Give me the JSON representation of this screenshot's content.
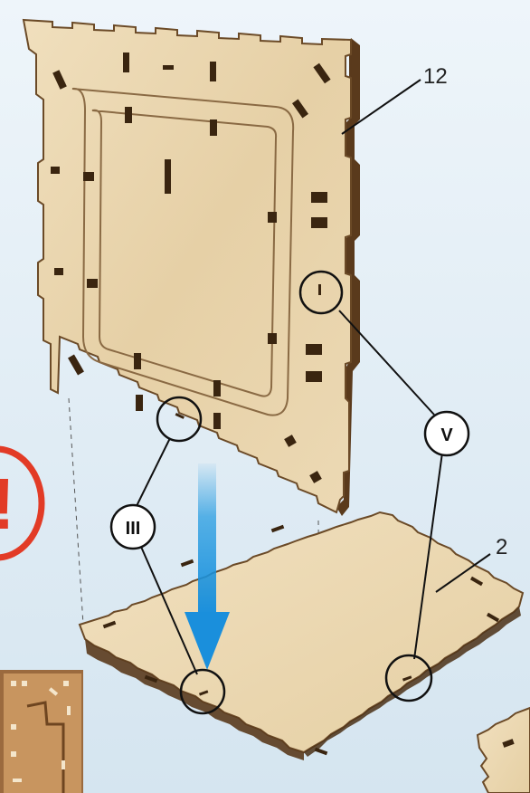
{
  "diagram": {
    "part_labels": [
      {
        "id": "panel",
        "text": "12"
      },
      {
        "id": "base",
        "text": "2"
      }
    ],
    "callouts": [
      {
        "id": "left",
        "text": "III"
      },
      {
        "id": "right",
        "text": "V"
      }
    ],
    "warning_symbol": "!",
    "colors": {
      "background_top": "#e9f2f8",
      "background_bottom": "#d6e6f1",
      "wood": "#ead7b1",
      "wood_edge": "#5a3a1c",
      "arrow": "#1a97e0",
      "warning": "#e23b26"
    }
  }
}
